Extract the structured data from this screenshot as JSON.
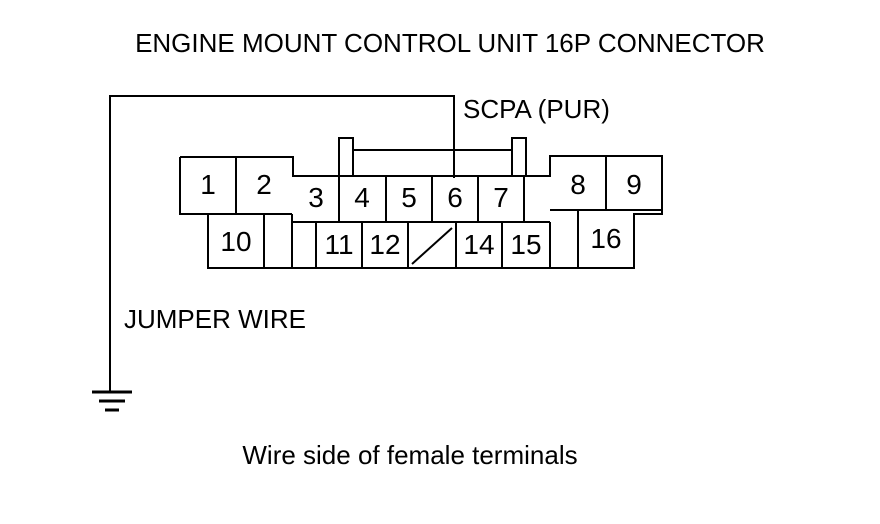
{
  "title": "ENGINE MOUNT CONTROL UNIT 16P CONNECTOR",
  "signal_label": "SCPA (PUR)",
  "jumper_label": "JUMPER WIRE",
  "footer": "Wire side of female terminals",
  "pins": {
    "p1": "1",
    "p2": "2",
    "p3": "3",
    "p4": "4",
    "p5": "5",
    "p6": "6",
    "p7": "7",
    "p8": "8",
    "p9": "9",
    "p10": "10",
    "p11": "11",
    "p12": "12",
    "p14": "14",
    "p15": "15",
    "p16": "16"
  }
}
